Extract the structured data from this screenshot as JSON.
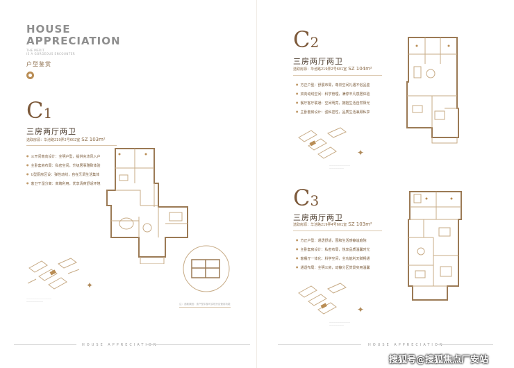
{
  "header": {
    "title_line1": "HOUSE",
    "title_line2": "APPRECIATION",
    "sub_line1": "THE MERIT",
    "sub_line2": "IS A GORGEOUS ENCOUNTER",
    "cn": "户型鉴赏"
  },
  "units": [
    {
      "letter": "C",
      "num": "1",
      "type": "三房两厅两卫",
      "source": "选取房源：华池路219弄2号602室",
      "area": "SZ 103m²",
      "features": [
        "三开间南向设计：全明户型，提供充沛风入户",
        "主卧套房布局：私密空间，升级居事雅致体验",
        "U型厨房区设：弹性动线，自在烹调生活集体",
        "客卫干湿分离：高端利用，优享清爽舒适环境"
      ],
      "note": "注：选取原因：该户型中部可实现分区使用功能"
    },
    {
      "letter": "C",
      "num": "2",
      "type": "三房两厅两卫",
      "source": "选取房源：华池路219弄2号601室",
      "area": "SZ 104m²",
      "features": [
        "方正户型：舒展布局，尊崇空间礼遇不俗品鉴",
        "双向动线空间：科学管理，满停丰凡感居体验",
        "餐厅客厅联通：空间明亮，拥抱生活自然阳光",
        "主卧套房设计：强私密性，品质生活兼顾私享"
      ]
    },
    {
      "letter": "C",
      "num": "3",
      "type": "三房两厅两卫",
      "source": "选取房源：华池路219弄4号601室",
      "area": "SZ 103m²",
      "features": [
        "方正户型：通透舒适，围和生活感静谧庭院",
        "主卧套房设计：私密布局，悦享品质温馨时光",
        "客餐厅一体化：科学空间，全功能利天赋畅通",
        "通透布局：全明三房，动静分区赏景实用温馨"
      ]
    }
  ],
  "footer": {
    "left": "HOUSE APPRECIATION",
    "right": "HOUSE APPRECIATION"
  },
  "watermark": "搜狐号@搜狐焦点厂安站",
  "colors": {
    "accent": "#b98d55",
    "line": "#c7ab86",
    "text": "#8a6a47"
  }
}
